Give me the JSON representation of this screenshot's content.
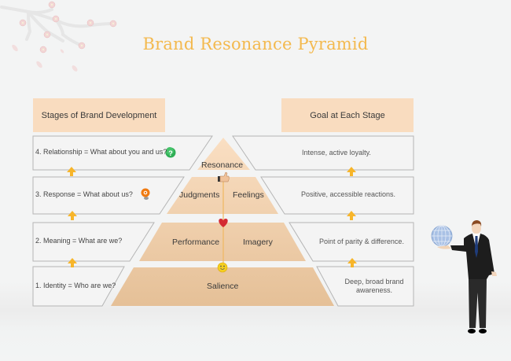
{
  "title": "Brand Resonance Pyramid",
  "headers": {
    "left": "Stages of Brand Development",
    "right": "Goal at Each Stage"
  },
  "stages": [
    {
      "label": "4. Relationship = What about you and us?",
      "icon": "question-icon"
    },
    {
      "label": "3. Response = What about us?",
      "icon": "lightbulb-icon"
    },
    {
      "label": "2. Meaning = What are we?",
      "icon": null
    },
    {
      "label": "1. Identity = Who are we?",
      "icon": null
    }
  ],
  "pyramid": {
    "level4": [
      "Resonance"
    ],
    "level3": [
      "Judgments",
      "Feelings"
    ],
    "level2": [
      "Performance",
      "Imagery"
    ],
    "level1": [
      "Salience"
    ],
    "markers": [
      "thumbs-up-icon",
      "heart-icon",
      "smiley-icon"
    ]
  },
  "goals": [
    "Intense, active loyalty.",
    "Positive, accessible reactions.",
    "Point of parity & difference.",
    [
      "Deep, broad brand",
      "awareness."
    ]
  ],
  "colors": {
    "title": "#f3b94e",
    "header_fill": "#f9dcbf",
    "pyramid_top": "#f9dcbf",
    "pyramid_bottom": "#e5c097",
    "arrow": "#f7b52a",
    "box_fill": "#f4f4f4",
    "box_stroke": "#b5b5b5"
  }
}
